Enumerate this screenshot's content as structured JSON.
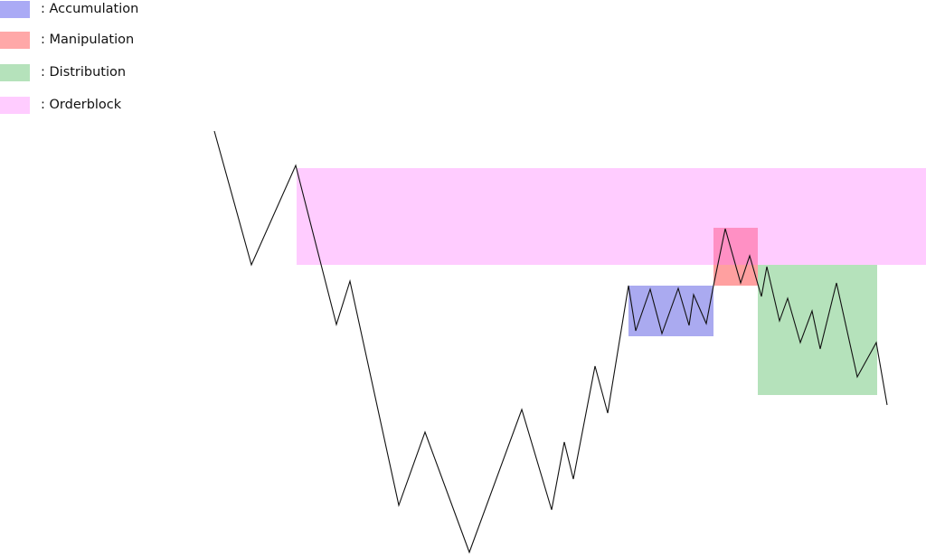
{
  "legend": [
    {
      "label": ": Accumulation",
      "color": "#aaaaf5"
    },
    {
      "label": ": Manipulation",
      "color": "#ffa8a8"
    },
    {
      "label": ": Distribution",
      "color": "#b5e2bb"
    },
    {
      "label": ": Orderblock",
      "color": "#ffccff"
    }
  ],
  "colors": {
    "overlap": "#ff90c4",
    "line": "#111111"
  }
}
